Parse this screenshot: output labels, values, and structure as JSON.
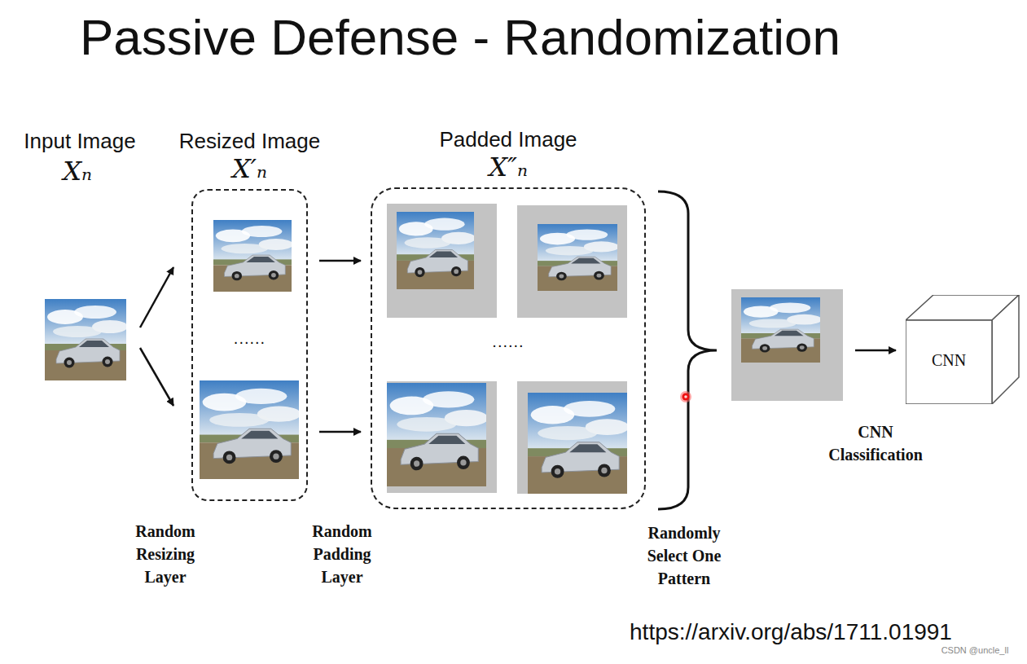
{
  "diagram": {
    "title": "Passive Defense - Randomization",
    "nodes": [
      {
        "text": [
          "Resized Image",
          "X′ₙ",
          "......"
        ]
      },
      {
        "text": [
          "Padded Image",
          "X″ₙ",
          "......"
        ]
      },
      {
        "text": [
          "CNN"
        ]
      }
    ],
    "edges": [
      {
        "from": 0,
        "to": 1,
        "arrow": "to"
      },
      {
        "from": 0,
        "to": 1,
        "arrow": "to"
      }
    ],
    "labels": [
      "Input Image",
      "Xₙ",
      "Random Resizing Layer",
      "Random Padding Layer",
      "Randomly Select One Pattern",
      "CNN Classification",
      "https://arxiv.org/abs/1711.01991",
      "CSDN @uncle_ll"
    ]
  }
}
